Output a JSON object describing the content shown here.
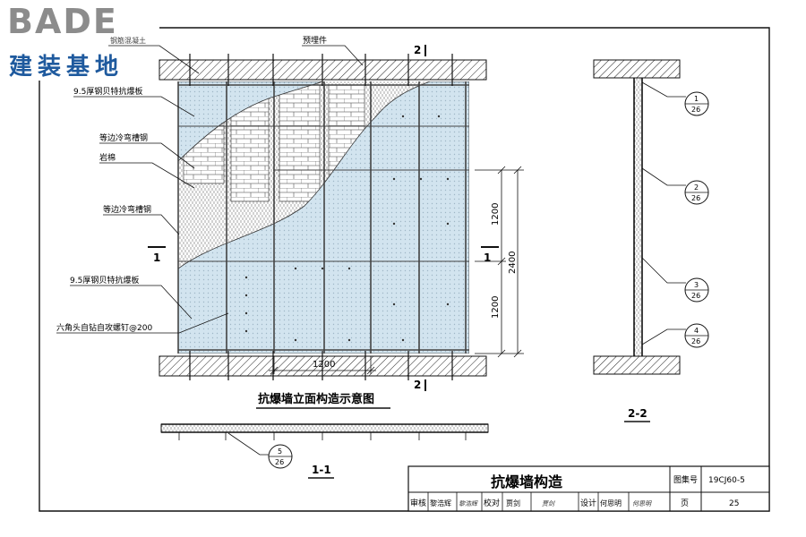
{
  "logo": {
    "brand": "BADE",
    "subtitle": "建装基地"
  },
  "elevation": {
    "caption": "抗爆墙立面构造示意图",
    "labels": {
      "concrete": "钢筋混凝土",
      "embedded": "预埋件",
      "board_top": "9.5厚钢贝特抗爆板",
      "channel_1": "等边冷弯槽钢",
      "rockwool": "岩棉",
      "channel_2": "等边冷弯槽钢",
      "board_bottom": "9.5厚钢贝特抗爆板",
      "screw": "六角头自钻自攻螺钉@200"
    },
    "section_marks": {
      "two": "2",
      "one": "1"
    },
    "dimensions": {
      "h1": "1200",
      "h2": "1200",
      "h_total": "2400",
      "w": "1200"
    }
  },
  "section_2_2": {
    "title": "2-2",
    "callouts": [
      {
        "num": "1",
        "sheet": "26"
      },
      {
        "num": "2",
        "sheet": "26"
      },
      {
        "num": "3",
        "sheet": "26"
      },
      {
        "num": "4",
        "sheet": "26"
      }
    ]
  },
  "section_1_1": {
    "title": "1-1",
    "callout": {
      "num": "5",
      "sheet": "26"
    }
  },
  "title_block": {
    "title": "抗爆墙构造",
    "atlas_label": "图集号",
    "atlas_no": "19CJ60-5",
    "review_label": "审核",
    "reviewer": "黎浩辉",
    "reviewer_sig": "黎浩辉",
    "check_label": "校对",
    "checker": "贾剑",
    "checker_sig": "贾剑",
    "design_label": "设计",
    "designer": "何思明",
    "designer_sig": "何思明",
    "page_label": "页",
    "page_no": "25"
  },
  "colors": {
    "board": "#d2e4ef",
    "line": "#111111",
    "logo_blue": "#1f5a9e",
    "logo_gray": "#8c8c8c"
  }
}
